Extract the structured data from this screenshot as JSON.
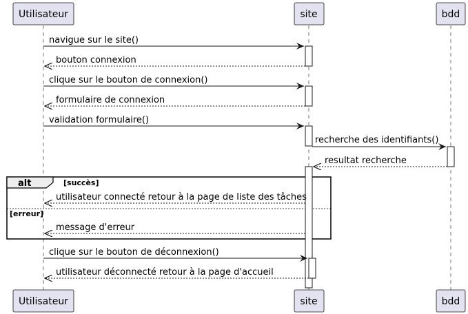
{
  "participants": [
    {
      "id": "user",
      "label": "Utilisateur"
    },
    {
      "id": "site",
      "label": "site"
    },
    {
      "id": "bdd",
      "label": "bdd"
    }
  ],
  "messages": [
    {
      "label": "navigue sur le site()",
      "from": "user",
      "to": "site",
      "style": "sync"
    },
    {
      "label": "bouton connexion",
      "from": "site",
      "to": "user",
      "style": "reply"
    },
    {
      "label": "clique sur le bouton de connexion()",
      "from": "user",
      "to": "site",
      "style": "sync"
    },
    {
      "label": "formulaire de connexion",
      "from": "site",
      "to": "user",
      "style": "reply"
    },
    {
      "label": "validation formulaire()",
      "from": "user",
      "to": "site",
      "style": "sync"
    },
    {
      "label": "recherche des identifiants()",
      "from": "site",
      "to": "bdd",
      "style": "sync"
    },
    {
      "label": "resultat recherche",
      "from": "bdd",
      "to": "site",
      "style": "reply"
    },
    {
      "label": "utilisateur connecté retour à la page de liste des tâches",
      "from": "site",
      "to": "user",
      "style": "reply"
    },
    {
      "label": "message d'erreur",
      "from": "site",
      "to": "user",
      "style": "reply"
    },
    {
      "label": "clique sur le bouton de déconnexion()",
      "from": "user",
      "to": "site",
      "style": "sync"
    },
    {
      "label": "utilisateur déconnecté retour à la page d'accueil",
      "from": "site",
      "to": "user",
      "style": "reply"
    }
  ],
  "fragment": {
    "keyword": "alt",
    "guards": [
      "[succès]",
      "[erreur]"
    ]
  },
  "colors": {
    "participant_fill": "#e2e2f0",
    "participant_border": "#181818",
    "lifeline": "#181818",
    "line": "#181818",
    "fragment_tab": "#eeeeee"
  }
}
